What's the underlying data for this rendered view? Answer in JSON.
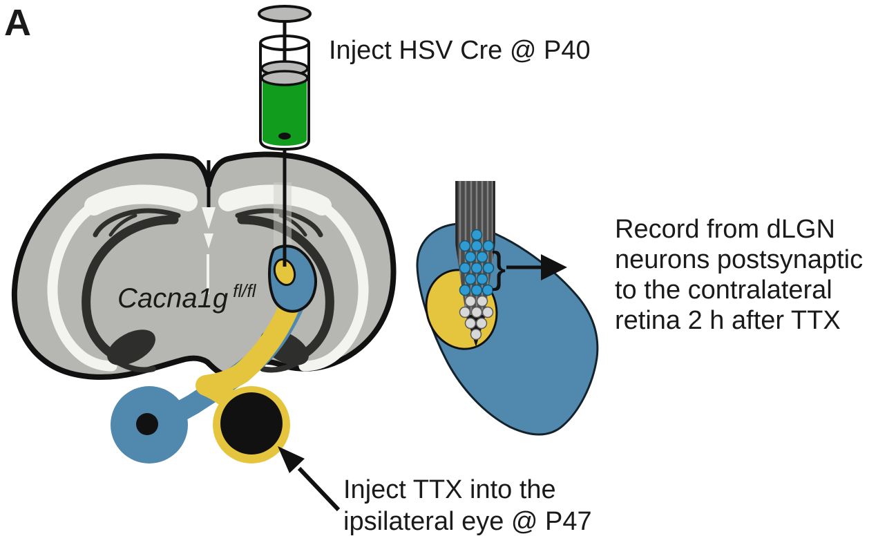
{
  "figure": {
    "panel_label": "A"
  },
  "labels": {
    "inject_virus": "Inject HSV Cre @ P40",
    "genotype_gene": "Cacna1g",
    "genotype_allele": "fl/fl",
    "inject_ttx": "Inject TTX into the\nipsilateral eye @ P47",
    "record": "Record from dLGN\nneurons postsynaptic\nto the contralateral\nretina 2 h after TTX"
  },
  "icons": {
    "brace": "}"
  },
  "colors": {
    "contra-blue": "#5189ae",
    "ipsi-yellow": "#e5c53e",
    "virus-green": "#129c1e",
    "brain-gray": "#b6b6b2",
    "white-matter": "#f3f3f0",
    "brain-dark": "#2e2e2c",
    "outline": "#111111",
    "electrode-body": "#4b4b4b",
    "cell-blue": "#2f9bd0",
    "cell-gray": "#d8d8d8",
    "plunger-gray": "#b9b9b7"
  }
}
